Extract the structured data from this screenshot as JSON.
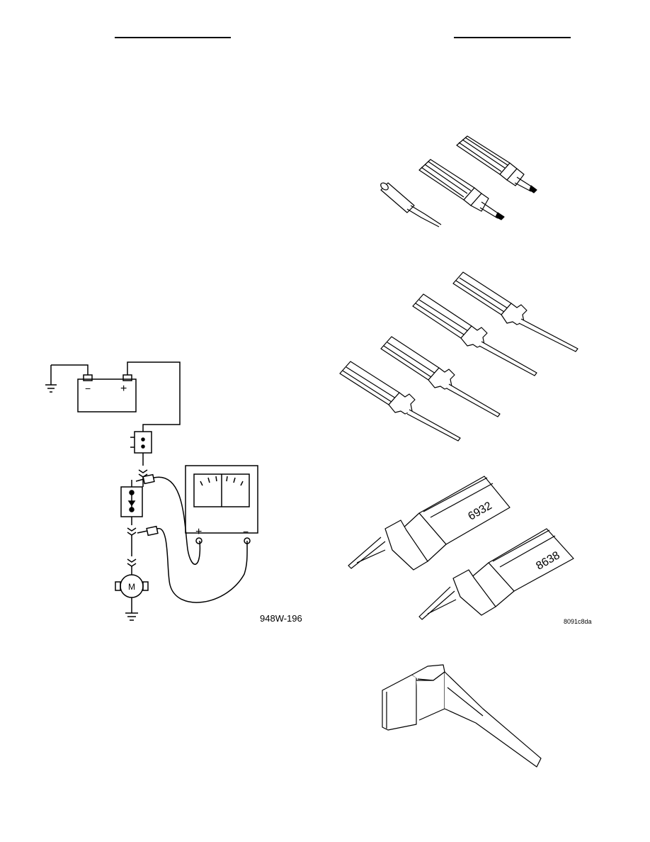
{
  "page": {
    "header_rules": 2
  },
  "figures": {
    "circuit": {
      "caption": "948W-196",
      "battery_neg_symbol": "−",
      "battery_pos_symbol": "+",
      "meter_pos_symbol": "+",
      "meter_neg_symbol": "−",
      "motor_symbol": "M"
    },
    "tool_set_b": {
      "label_1": "6932",
      "label_2": "8638",
      "caption": "8091c8da"
    }
  }
}
